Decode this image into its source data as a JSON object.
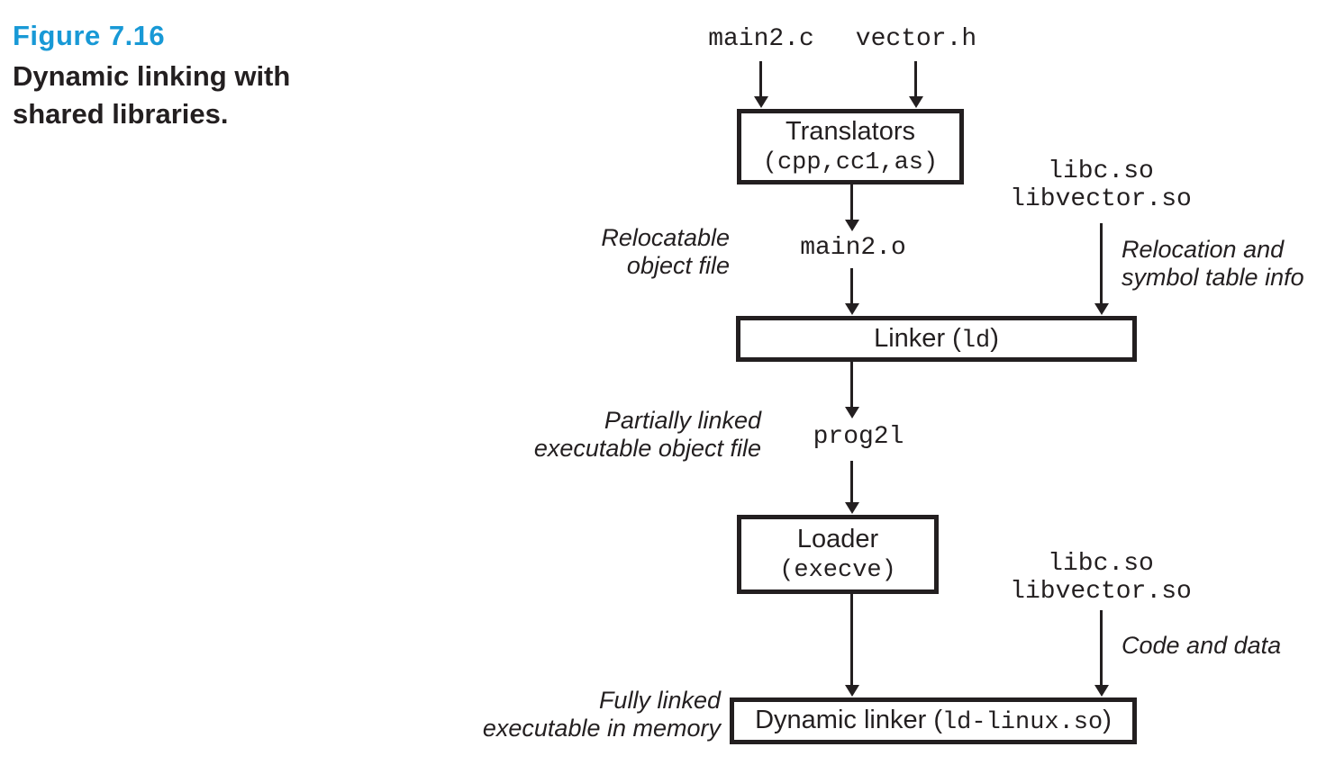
{
  "colors": {
    "accent": "#1899d6",
    "ink": "#231f20"
  },
  "caption": {
    "figure_label": "Figure 7.16",
    "title_lines": [
      "Dynamic linking with",
      "shared libraries."
    ]
  },
  "sources": {
    "source1": "main2.c",
    "source2": "vector.h"
  },
  "boxes": {
    "translators": {
      "title": "Translators",
      "subtitle": "(cpp,cc1,as)"
    },
    "linker": {
      "prefix": "Linker (",
      "code": "ld",
      "suffix": ")"
    },
    "loader": {
      "title": "Loader",
      "subtitle": "(execve)"
    },
    "dynamic_linker": {
      "prefix": "Dynamic linker (",
      "code": "ld-linux.so",
      "suffix": ")"
    }
  },
  "artifacts": {
    "object_file": "main2.o",
    "executable": "prog2l"
  },
  "libraries": {
    "top": [
      "libc.so",
      "libvector.so"
    ],
    "bottom": [
      "libc.so",
      "libvector.so"
    ]
  },
  "annotations": {
    "relocatable": [
      "Relocatable",
      "object file"
    ],
    "relocation_info": [
      "Relocation and",
      "symbol table info"
    ],
    "partially_linked": [
      "Partially linked",
      "executable object file"
    ],
    "code_and_data": "Code and data",
    "fully_linked": [
      "Fully linked",
      "executable in memory"
    ]
  }
}
